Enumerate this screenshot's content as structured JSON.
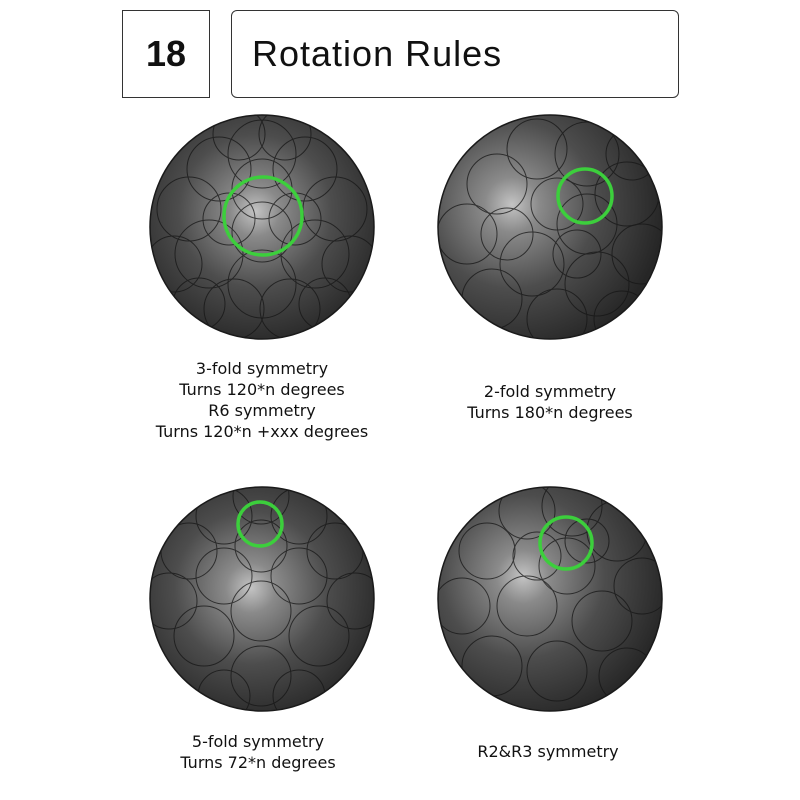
{
  "header": {
    "number": "18",
    "title": "Rotation Rules"
  },
  "colors": {
    "highlight": "#3ccf3c",
    "sphere_base": "#4a4a4a",
    "sphere_outline": "#1a1a1a"
  },
  "panels": [
    {
      "symmetry_icon": "3-fold-highlight",
      "caption": [
        "3-fold symmetry",
        "Turns 120*n degrees",
        "R6 symmetry",
        "Turns 120*n +xxx degrees"
      ]
    },
    {
      "symmetry_icon": "2-fold-highlight",
      "caption": [
        "2-fold symmetry",
        "Turns 180*n degrees"
      ]
    },
    {
      "symmetry_icon": "5-fold-highlight",
      "caption": [
        "5-fold symmetry",
        "Turns 72*n degrees"
      ]
    },
    {
      "symmetry_icon": "r2-r3-highlight",
      "caption": [
        "R2&R3 symmetry"
      ]
    }
  ]
}
